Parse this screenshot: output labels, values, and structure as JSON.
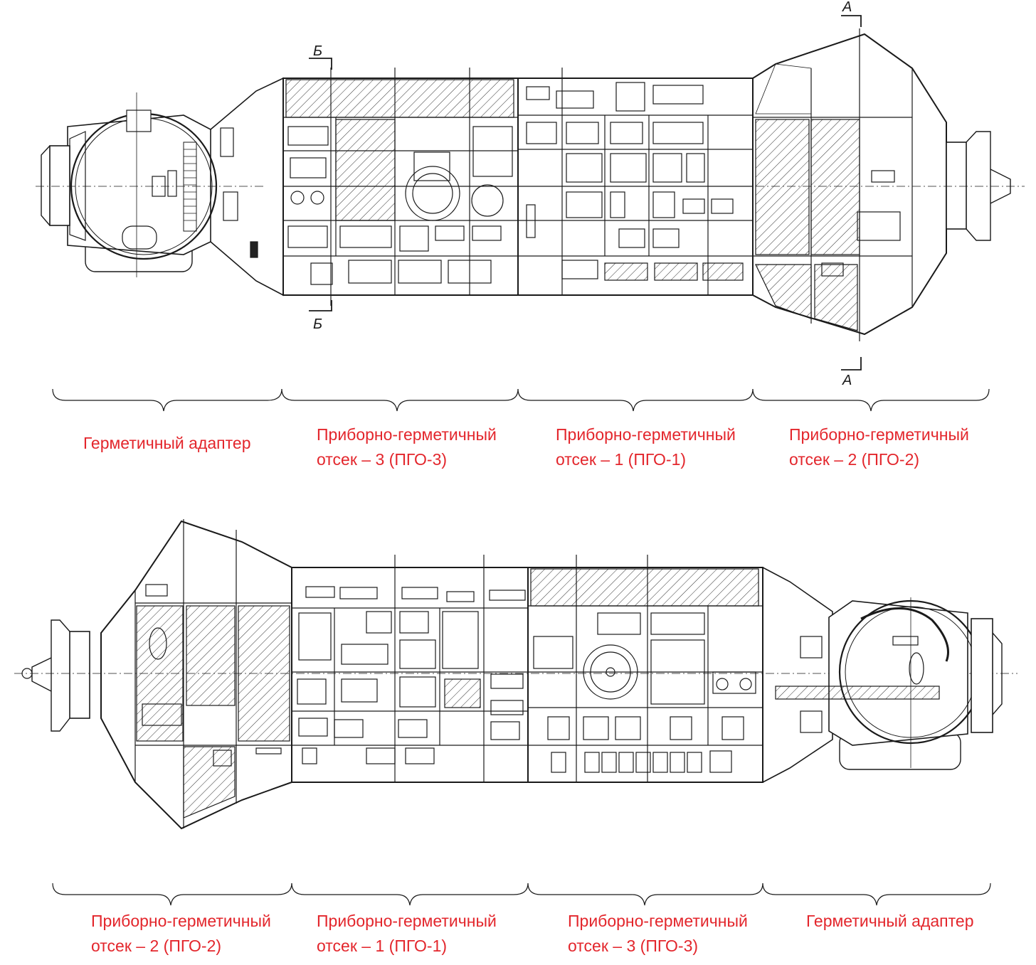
{
  "colors": {
    "line": "#1a1a1a",
    "hatch": "#333333",
    "label": "#e3262c",
    "background": "#ffffff"
  },
  "section_marks": {
    "a_top": "А",
    "a_bottom": "А",
    "b_top": "Б",
    "b_bottom": "Б"
  },
  "top_view": {
    "labels": [
      {
        "line1": "Герметичный адаптер",
        "line2": ""
      },
      {
        "line1": "Приборно-герметичный",
        "line2": "отсек – 3 (ПГО-3)"
      },
      {
        "line1": "Приборно-герметичный",
        "line2": "отсек – 1 (ПГО-1)"
      },
      {
        "line1": "Приборно-герметичный",
        "line2": "отсек – 2 (ПГО-2)"
      }
    ]
  },
  "bottom_view": {
    "labels": [
      {
        "line1": "Приборно-герметичный",
        "line2": "отсек – 2 (ПГО-2)"
      },
      {
        "line1": "Приборно-герметичный",
        "line2": "отсек – 1 (ПГО-1)"
      },
      {
        "line1": "Приборно-герметичный",
        "line2": "отсек – 3 (ПГО-3)"
      },
      {
        "line1": "Герметичный адаптер",
        "line2": ""
      }
    ]
  }
}
